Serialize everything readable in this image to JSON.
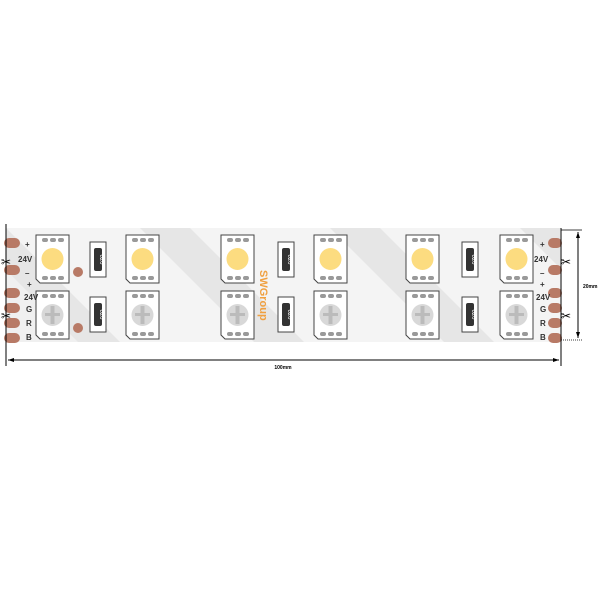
{
  "brand": {
    "text": "SWGroup",
    "color": "#f0a040"
  },
  "dimensions": {
    "length": "100mm",
    "width": "20mm"
  },
  "left_labels": {
    "plus": "+",
    "voltage": "24V",
    "minus": "–",
    "rgb_plus": "+",
    "rgb_voltage": "24V",
    "g": "G",
    "r": "R",
    "b": "B"
  },
  "right_labels": {
    "plus": "+",
    "voltage": "24V",
    "minus": "–",
    "rgb_plus": "+",
    "rgb_voltage": "24V",
    "g": "G",
    "r": "R",
    "b": "B"
  },
  "resistor_code": "620",
  "colors": {
    "warm_led": "#fcdc80",
    "rgb_led": "#d8d8d8",
    "pad": "#b87a66",
    "strip": "#e6e6e6",
    "strip_light": "#f4f4f4"
  },
  "icons": {
    "cut": "scissors-icon"
  }
}
